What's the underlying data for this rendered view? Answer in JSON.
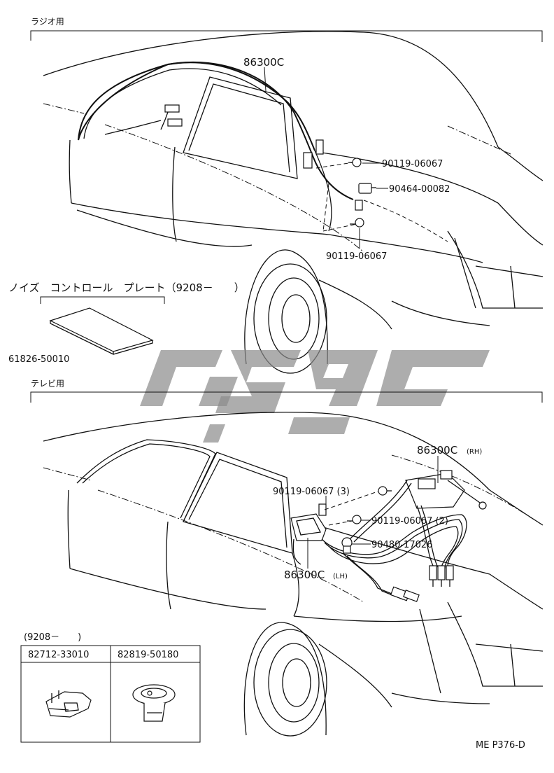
{
  "sections": {
    "radio": {
      "title": "ラジオ用"
    },
    "tv": {
      "title": "テレビ用"
    }
  },
  "radio_parts": {
    "antenna_cord": "86300C",
    "screw_1": "90119-06067",
    "clamp": "90464-00082",
    "screw_2": "90119-06067"
  },
  "noise_plate": {
    "title": "ノイズ　コントロール　プレート（9208－　　）",
    "part": "61826-50010"
  },
  "tv_parts": {
    "cord_rh": "86300C",
    "cord_rh_note": "(RH)",
    "screw_a": "90119-06067 (3)",
    "screw_b": "90119-06067 (2)",
    "clip": "90480-17026",
    "cord_lh": "86300C",
    "cord_lh_note": "(LH)"
  },
  "parts_table": {
    "caption": "(9208－　　)",
    "columns": [
      "82712-33010",
      "82819-50180"
    ]
  },
  "footer": {
    "ref": "ME P376-D"
  },
  "icons": [
    "car-body-icon",
    "antenna-cord-icon",
    "screw-icon",
    "clamp-icon",
    "noise-plate-icon",
    "clip-icon",
    "connector-icon",
    "watermark-logo-icon"
  ]
}
